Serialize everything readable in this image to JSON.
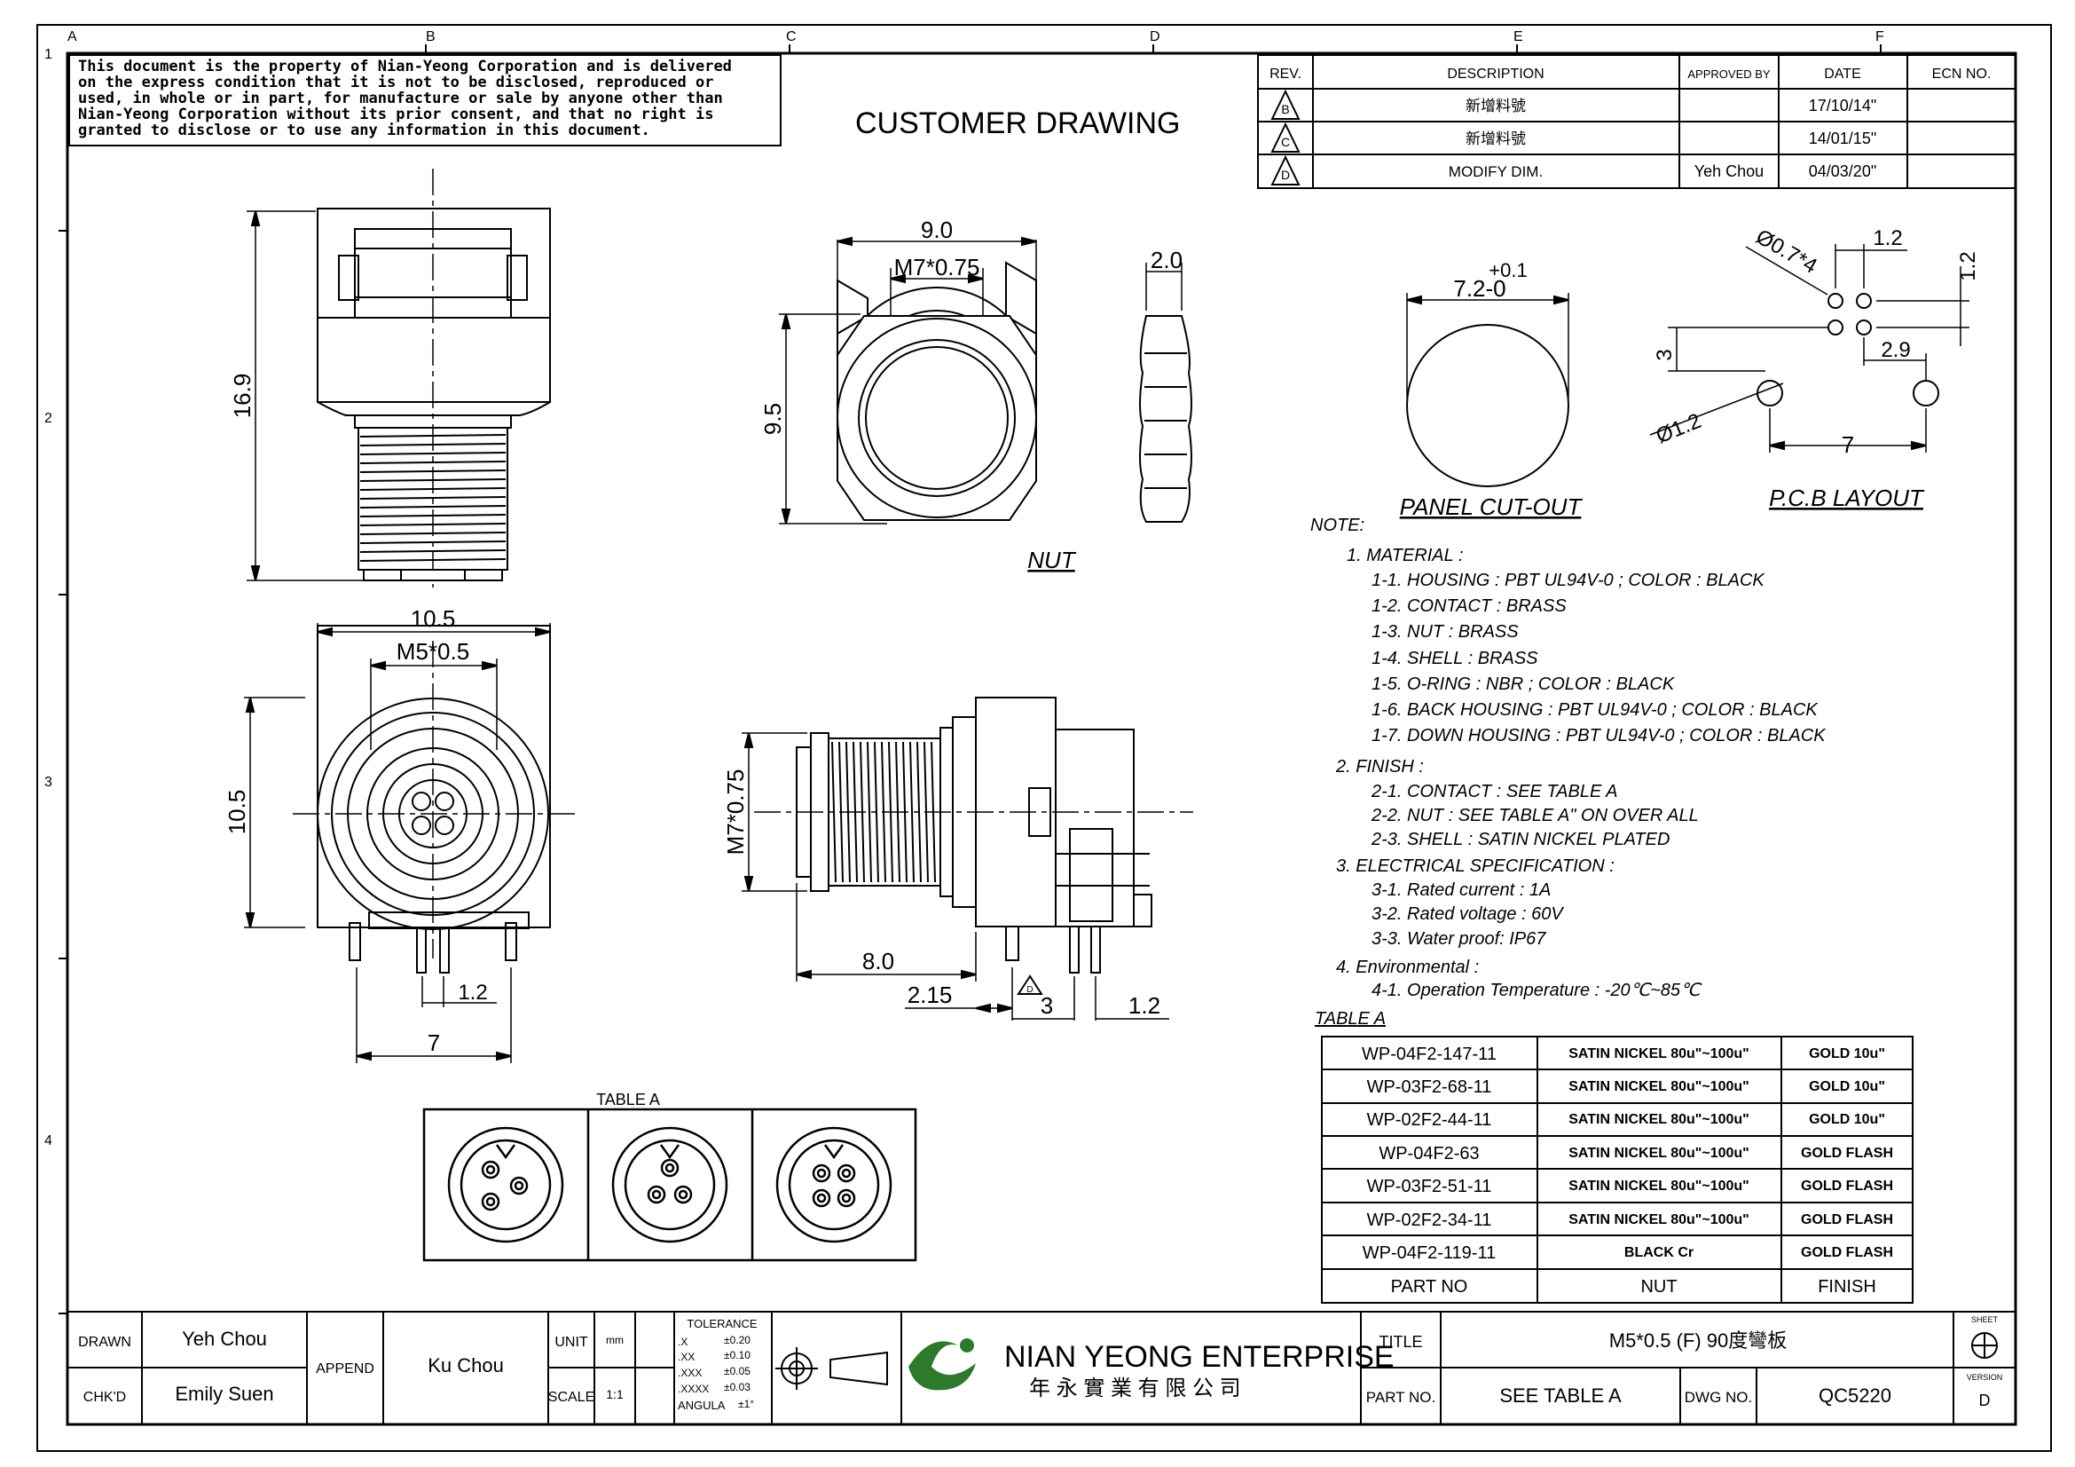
{
  "border": {
    "col_letters": [
      "A",
      "B",
      "C",
      "D",
      "E",
      "F"
    ],
    "row_numbers": [
      "1",
      "2",
      "3",
      "4"
    ]
  },
  "notice": [
    "This document is the property of Nian-Yeong Corporation and is delivered",
    "on  the  express condition that it is not to be disclosed, reproduced or",
    "used, in whole or in part, for manufacture or sale by anyone other than",
    "Nian-Yeong Corporation without  its prior consent, and that  no right  is",
    "granted to disclose or to use any information in this  document."
  ],
  "heading": "CUSTOMER  DRAWING",
  "revision_table": {
    "headers": [
      "REV.",
      "DESCRIPTION",
      "APPROVED BY",
      "DATE",
      "ECN NO."
    ],
    "rows": [
      {
        "rev": "B",
        "description": "新增料號",
        "approved": "",
        "date": "17/10/14\"",
        "ecn": ""
      },
      {
        "rev": "C",
        "description": "新增料號",
        "approved": "",
        "date": "14/01/15\"",
        "ecn": ""
      },
      {
        "rev": "D",
        "description": "MODIFY DIM.",
        "approved": "Yeh Chou",
        "date": "04/03/20\"",
        "ecn": ""
      }
    ]
  },
  "dimensions": {
    "front_height": "16.9",
    "bottom_width": "10.5",
    "bottom_thread": "M5*0.5",
    "bottom_height": "10.5",
    "bottom_pitch": "1.2",
    "bottom_span": "7",
    "nut_width": "9.0",
    "nut_thread": "M7*0.75",
    "nut_height": "9.5",
    "nut_thick": "2.0",
    "side_thread": "M7*0.75",
    "side_length": "8.0",
    "side_offset": "2.15",
    "side_rev_mark": "D",
    "side_pin": "3",
    "side_pitch": "1.2",
    "cutout_tol": "+0.1",
    "cutout_dim": "7.2-0",
    "pcb_hole": "Ø0.7*4",
    "pcb_x": "1.2",
    "pcb_y": "1.2",
    "pcb_a": "3",
    "pcb_b": "2.9",
    "pcb_big": "Ø1.2",
    "pcb_span": "7"
  },
  "labels": {
    "nut": "NUT",
    "panel": "PANEL  CUT-OUT",
    "pcb": "P.C.B  LAYOUT",
    "table_a_drawing": "TABLE A"
  },
  "notes": {
    "title": "NOTE:",
    "lines": [
      "1. MATERIAL :",
      "1-1. HOUSING : PBT UL94V-0 ; COLOR : BLACK",
      "1-2. CONTACT : BRASS",
      "1-3. NUT : BRASS",
      "1-4. SHELL : BRASS",
      "1-5. O-RING : NBR ; COLOR : BLACK",
      "1-6. BACK HOUSING : PBT UL94V-0 ; COLOR : BLACK",
      "1-7. DOWN HOUSING : PBT UL94V-0 ; COLOR : BLACK",
      "2. FINISH :",
      "2-1. CONTACT : SEE TABLE A",
      "2-2. NUT : SEE TABLE A\" ON OVER ALL",
      "2-3. SHELL : SATIN NICKEL PLATED",
      "3. ELECTRICAL SPECIFICATION :",
      "3-1. Rated current : 1A",
      "3-2. Rated voltage : 60V",
      "3-3. Water proof: IP67",
      "4. Environmental :",
      "4-1. Operation Temperature : -20℃~85℃"
    ]
  },
  "table_a": {
    "title": "TABLE  A",
    "rows": [
      [
        "WP-04F2-147-11",
        "SATIN  NICKEL  80u\"~100u\"",
        "GOLD  10u\""
      ],
      [
        "WP-03F2-68-11",
        "SATIN  NICKEL  80u\"~100u\"",
        "GOLD  10u\""
      ],
      [
        "WP-02F2-44-11",
        "SATIN  NICKEL  80u\"~100u\"",
        "GOLD  10u\""
      ],
      [
        "WP-04F2-63",
        "SATIN  NICKEL  80u\"~100u\"",
        "GOLD  FLASH"
      ],
      [
        "WP-03F2-51-11",
        "SATIN  NICKEL  80u\"~100u\"",
        "GOLD  FLASH"
      ],
      [
        "WP-02F2-34-11",
        "SATIN  NICKEL  80u\"~100u\"",
        "GOLD  FLASH"
      ],
      [
        "WP-04F2-119-11",
        "BLACK Cr",
        "GOLD  FLASH"
      ]
    ],
    "footer": [
      "PART  NO",
      "NUT",
      "FINISH"
    ]
  },
  "title_block": {
    "drawn_label": "DRAWN",
    "drawn": "Yeh Chou",
    "chkd_label": "CHK'D",
    "chkd": "Emily Suen",
    "append_label": "APPEND",
    "append": "Ku Chou",
    "unit_label": "UNIT",
    "unit": "mm",
    "scale_label": "SCALE",
    "scale": "1:1",
    "tolerance_title": "TOLERANCE",
    "tolerance": [
      {
        "k": ".X",
        "v": "±0.20"
      },
      {
        "k": ".XX",
        "v": "±0.10"
      },
      {
        "k": ".XXX",
        "v": "±0.05"
      },
      {
        "k": ".XXXX",
        "v": "±0.03"
      },
      {
        "k": "ANGULA",
        "v": "±1°"
      }
    ],
    "company": "NIAN YEONG ENTERPRISE",
    "company_cn": "年 永 實 業 有 限 公 司",
    "title_label": "TITLE",
    "title": "M5*0.5  (F)  90度彎板",
    "part_label": "PART NO.",
    "part": "SEE TABLE A",
    "dwg_label": "DWG NO.",
    "dwg": "QC5220",
    "sheet_label": "SHEET",
    "version_label": "VERSION",
    "version": "D"
  }
}
